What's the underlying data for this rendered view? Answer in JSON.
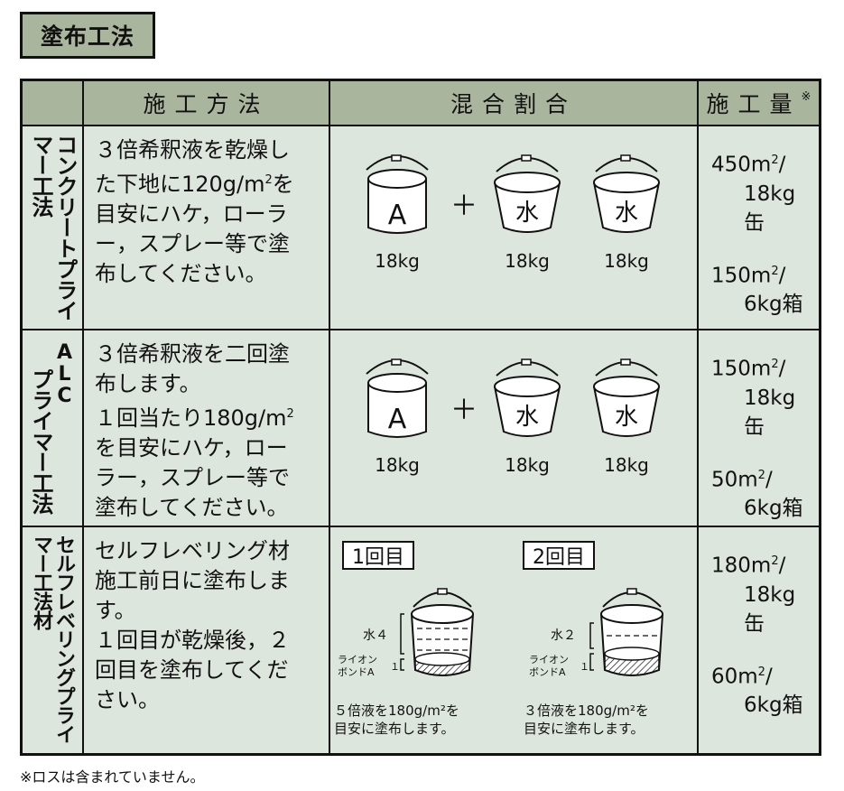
{
  "title": "塗布工法",
  "headers": {
    "blank": "",
    "method": "施工方法",
    "mix": "混合割合",
    "amount": "施工量",
    "amount_mark": "※"
  },
  "rows": [
    {
      "label": "コンクリートプライマー工法",
      "method": [
        "３倍希釈液を乾燥し",
        "た下地に120g/m",
        "目安にハケ，ローラ",
        "ー，スプレー等で塗",
        "布してください。"
      ],
      "method_sup": "2",
      "method_sup_tail": "を",
      "buckets": [
        {
          "label": "A",
          "weight": "18kg"
        },
        {
          "label": "水",
          "weight": "18kg"
        },
        {
          "label": "水",
          "weight": "18kg"
        }
      ],
      "plus": "＋",
      "amount1": "450m",
      "amount1_sup": "2",
      "amount1_slash": "/",
      "amount1_unit": "18kg缶",
      "amount2": "150m",
      "amount2_sup": "2",
      "amount2_slash": "/",
      "amount2_unit": "6kg箱"
    },
    {
      "label_top": "ALC",
      "label_bottom": "プライマー工法",
      "method": [
        "３倍希釈液を二回塗",
        "布します。",
        "１回当たり180g/m",
        "を目安にハケ，ロー",
        "ラー，スプレー等で",
        "塗布してください。"
      ],
      "method_sup": "2",
      "buckets": [
        {
          "label": "A",
          "weight": "18kg"
        },
        {
          "label": "水",
          "weight": "18kg"
        },
        {
          "label": "水",
          "weight": "18kg"
        }
      ],
      "plus": "＋",
      "amount1": "150m",
      "amount1_sup": "2",
      "amount1_slash": "/",
      "amount1_unit": "18kg缶",
      "amount2": "50m",
      "amount2_sup": "2",
      "amount2_slash": "/",
      "amount2_unit": "6kg箱"
    },
    {
      "label": "セルフレベリングプライマー工法材",
      "method": [
        "セルフレベリング材",
        "施工前日に塗布しま",
        "す。",
        "１回目が乾燥後，２",
        "回目を塗布してくだ",
        "さい。"
      ],
      "stage1": {
        "tag": "1回目",
        "water": "水４",
        "bond_a": "ライオン",
        "bond_b": "ボンドA",
        "ratio": "１",
        "note1": "５倍液を180g/m²を",
        "note2": "目安に塗布します。"
      },
      "stage2": {
        "tag": "2回目",
        "water": "水２",
        "bond_a": "ライオン",
        "bond_b": "ボンドA",
        "ratio": "１",
        "note1": "３倍液を180g/m²を",
        "note2": "目安に塗布します。"
      },
      "amount1": "180m",
      "amount1_sup": "2",
      "amount1_slash": "/",
      "amount1_unit": "18kg缶",
      "amount2": "60m",
      "amount2_sup": "2",
      "amount2_slash": "/",
      "amount2_unit": "6kg箱"
    }
  ],
  "footnote": "※ロスは含まれていません。",
  "colors": {
    "header_bg": "#a9b59c",
    "cell_bg": "#dde6dc"
  }
}
